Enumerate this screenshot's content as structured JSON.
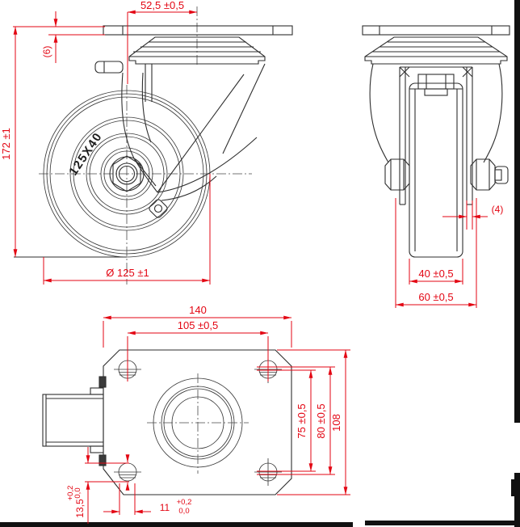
{
  "drawing": {
    "front_view": {
      "offset_dim": "52,5 ±0,5",
      "plate_thickness_dim": "(6)",
      "height_dim": "172 ±1",
      "wheel_diameter_dim": "Ø 125 ±1",
      "wheel_marking": "125X40"
    },
    "side_view": {
      "leg_thickness_dim": "(4)",
      "wheel_width_dim": "40 ±0,5",
      "fork_width_dim": "60 ±0,5"
    },
    "bottom_view": {
      "plate_width_dim": "140",
      "bolt_spacing_x_dim": "105 ±0,5",
      "bolt_spacing_y1_dim": "75 ±0,5",
      "bolt_spacing_y2_dim": "80 ±0,5",
      "plate_depth_dim": "108",
      "slot_length_dim": "13,5",
      "slot_length_tol_plus": "+0,2",
      "slot_length_tol_minus": "0,0",
      "slot_width_dim": "11",
      "slot_width_tol_plus": "+0,2",
      "slot_width_tol_minus": "0,0"
    },
    "colors": {
      "dimension_red": "#e30613",
      "drawing_line": "#2e2e2e",
      "frame_black": "#111111"
    }
  }
}
